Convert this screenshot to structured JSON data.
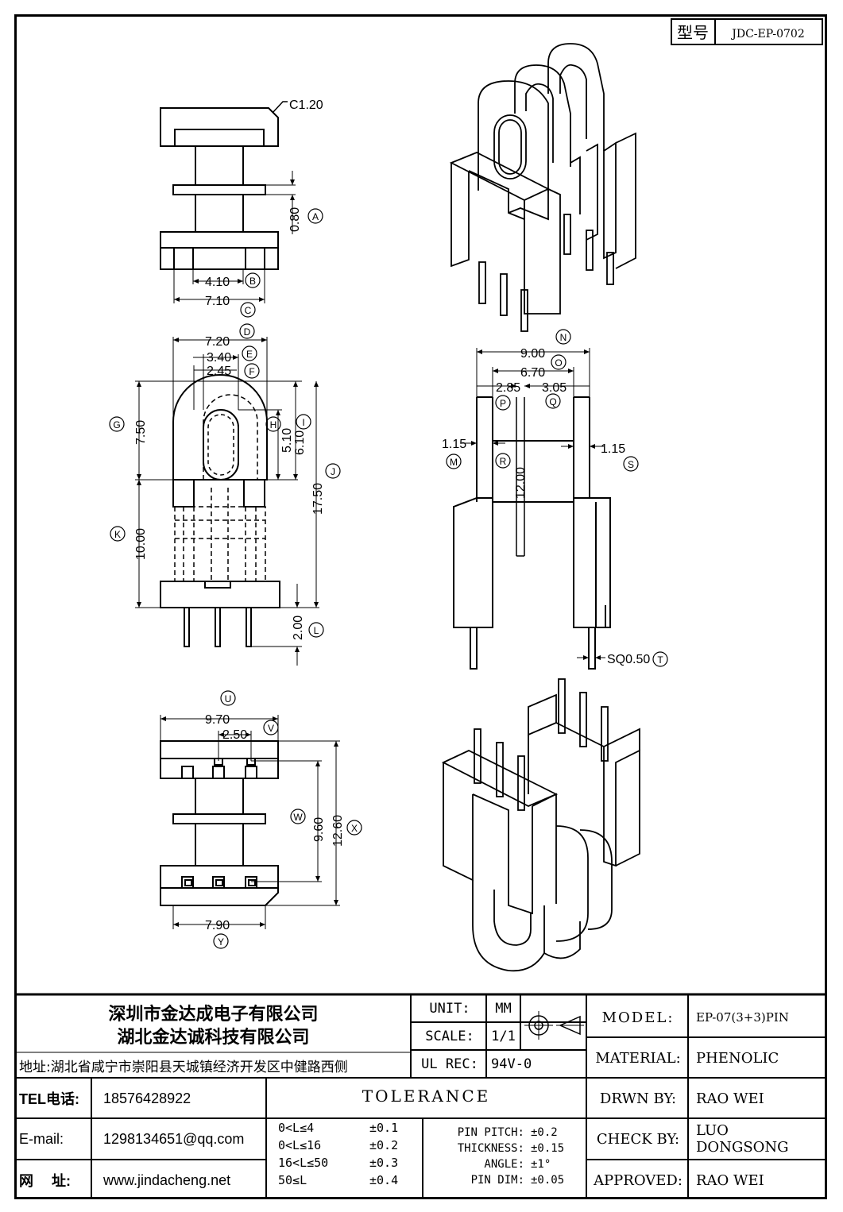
{
  "model_box": {
    "label": "型号",
    "value": "JDC-EP-0702"
  },
  "views": {
    "top": {
      "chamfer": "C1.20",
      "A": "0.80",
      "B": "4.10",
      "C": "7.10"
    },
    "front": {
      "D": "7.20",
      "E": "3.40",
      "F": "2.45",
      "G": "7.50",
      "H": "5.10",
      "I": "6.10",
      "J": "17.50",
      "K": "10.00",
      "L": "2.00"
    },
    "side": {
      "N": "9.00",
      "O": "6.70",
      "P": "2.85",
      "Q": "3.05",
      "M": "1.15",
      "S": "1.15",
      "R": "12.00",
      "T": "SQ0.50"
    },
    "bottom": {
      "U": "9.70",
      "V": "2.50",
      "W": "9.60",
      "X": "12.60",
      "Y": "7.90"
    }
  },
  "callouts": [
    "A",
    "B",
    "C",
    "D",
    "E",
    "F",
    "G",
    "H",
    "I",
    "J",
    "K",
    "L",
    "M",
    "N",
    "O",
    "P",
    "Q",
    "R",
    "S",
    "T",
    "U",
    "V",
    "W",
    "X",
    "Y"
  ],
  "company": {
    "name1": "深圳市金达成电子有限公司",
    "name2": "湖北金达诚科技有限公司",
    "address": "地址:湖北省咸宁市崇阳县天城镇经济开发区中健路西侧"
  },
  "contact": [
    {
      "label": "TEL电话:",
      "value": "18576428922"
    },
    {
      "label": "E-mail:",
      "value": "1298134651@qq.com"
    },
    {
      "label": "网　 址:",
      "value": "www.jindacheng.net"
    }
  ],
  "unit": {
    "label": "UNIT:",
    "value": "MM"
  },
  "scale": {
    "label": "SCALE:",
    "value": "1/1"
  },
  "ul": {
    "label": "UL REC:",
    "value": "94V-0"
  },
  "tolerance": {
    "title": "TOLERANCE",
    "ranges": [
      {
        "range": "0<L≤4",
        "tol": "±0.1"
      },
      {
        "range": "0<L≤16",
        "tol": "±0.2"
      },
      {
        "range": "16<L≤50",
        "tol": "±0.3"
      },
      {
        "range": "50≤L",
        "tol": "±0.4"
      }
    ],
    "other": [
      {
        "label": "PIN PITCH:",
        "tol": "±0.2"
      },
      {
        "label": "THICKNESS:",
        "tol": "±0.15"
      },
      {
        "label": "ANGLE:",
        "tol": "±1°"
      },
      {
        "label": "PIN DIM:",
        "tol": "±0.05"
      }
    ]
  },
  "info": [
    {
      "label": "MODEL:",
      "value": "EP-07(3+3)PIN"
    },
    {
      "label": "MATERIAL:",
      "value": "PHENOLIC"
    },
    {
      "label": "DRWN BY:",
      "value": "RAO WEI"
    },
    {
      "label": "CHECK BY:",
      "value": "LUO DONGSONG"
    },
    {
      "label": "APPROVED:",
      "value": "RAO WEI"
    }
  ]
}
